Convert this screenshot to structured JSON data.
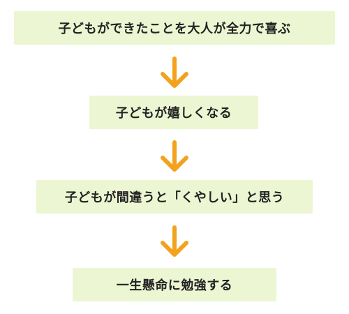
{
  "colors": {
    "box_fill": "#edf6d3",
    "text": "#222222",
    "arrow": "#f2a21c"
  },
  "flow": {
    "steps": [
      {
        "label": "子どもができたことを大人が全力で喜ぶ"
      },
      {
        "label": "子どもが嬉しくなる"
      },
      {
        "label": "子どもが間違うと「くやしい」と思う"
      },
      {
        "label": "一生懸命に勉強する"
      }
    ],
    "arrows": [
      {
        "icon": "down-arrow-icon"
      },
      {
        "icon": "down-arrow-icon"
      },
      {
        "icon": "down-arrow-icon"
      }
    ]
  }
}
